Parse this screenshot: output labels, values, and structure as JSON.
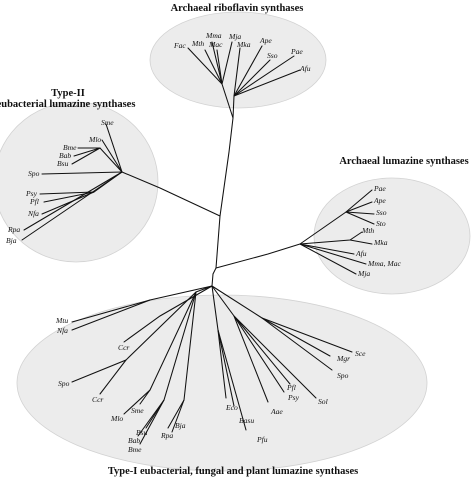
{
  "groups": {
    "archaeal_riboflavin": {
      "title": "Archaeal riboflavin synthases",
      "leaves": [
        "Fac",
        "Mth",
        "Mma",
        "Mac",
        "Mja",
        "Mka",
        "Ape",
        "Sso",
        "Pae",
        "Afu"
      ]
    },
    "type2": {
      "title_line1": "Type-II",
      "title_line2": "eubacterial lumazine synthases",
      "leaves": [
        "Sme",
        "Mlo",
        "Bme",
        "Bab",
        "Bsu",
        "Spo",
        "Psy",
        "Pfl",
        "Nfa",
        "Rpa",
        "Bja"
      ]
    },
    "archaeal_lumazine": {
      "title": "Archaeal lumazine synthases",
      "leaves": [
        "Pae",
        "Ape",
        "Sso",
        "Sto",
        "Mth",
        "Mka",
        "Afu",
        "Mma, Mac",
        "Mja"
      ]
    },
    "type1": {
      "title": "Type-I eubacterial, fungal and plant lumazine synthases",
      "leaves": [
        "Mtu",
        "Nfa",
        "Ccr",
        "Spo",
        "Ccr",
        "Mlo",
        "Sme",
        "Bsu",
        "Bab",
        "Bme",
        "Bja",
        "Rpa",
        "Eco",
        "Basu",
        "Pfu",
        "Aae",
        "Psy",
        "Pfl",
        "Sol",
        "Mgr",
        "Sce",
        "Spo"
      ]
    }
  }
}
